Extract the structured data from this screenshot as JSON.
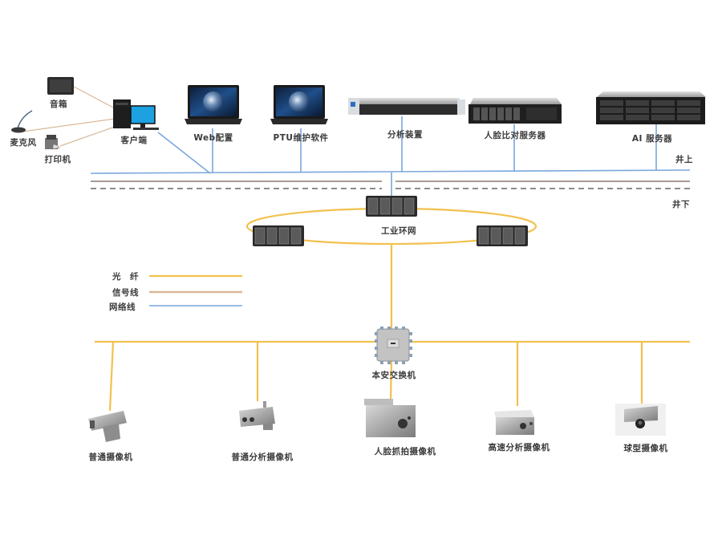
{
  "zones": {
    "above_ground": "井上",
    "below_ground": "井下"
  },
  "colors": {
    "fiber": "#f2c14e",
    "signal": "#d9b99a",
    "network": "#7aa7dc",
    "divider_solid": "#8a7a70",
    "divider_dashed": "#666666"
  },
  "legend": [
    {
      "label": "光　纤",
      "kind": "fiber"
    },
    {
      "label": "信号线",
      "kind": "signal"
    },
    {
      "label": "网络线",
      "kind": "network"
    }
  ],
  "client_peripherals": [
    {
      "id": "speaker",
      "label": "音箱"
    },
    {
      "id": "microphone",
      "label": "麦克风"
    },
    {
      "id": "printer",
      "label": "打印机"
    }
  ],
  "client": {
    "label": "客户端"
  },
  "top_devices": [
    {
      "id": "web-config",
      "label": "Web配置",
      "icon": "laptop"
    },
    {
      "id": "ptu-software",
      "label": "PTU维护软件",
      "icon": "laptop"
    },
    {
      "id": "analysis-device",
      "label": "分析装置",
      "icon": "rack-1u"
    },
    {
      "id": "face-server",
      "label": "人脸比对服务器",
      "icon": "rack-2u"
    },
    {
      "id": "ai-server",
      "label": "AI 服务器",
      "icon": "rack-3u"
    }
  ],
  "ring": {
    "label": "工业环网",
    "switch_count": 3
  },
  "intrinsic_switch": {
    "label": "本安交换机"
  },
  "cameras": [
    {
      "id": "normal-camera",
      "label": "普通摄像机"
    },
    {
      "id": "normal-analysis-camera",
      "label": "普通分析摄像机"
    },
    {
      "id": "face-capture-camera",
      "label": "人脸抓拍摄像机"
    },
    {
      "id": "hs-analysis-camera",
      "label": "高速分析摄像机"
    },
    {
      "id": "dome-camera",
      "label": "球型摄像机"
    }
  ]
}
